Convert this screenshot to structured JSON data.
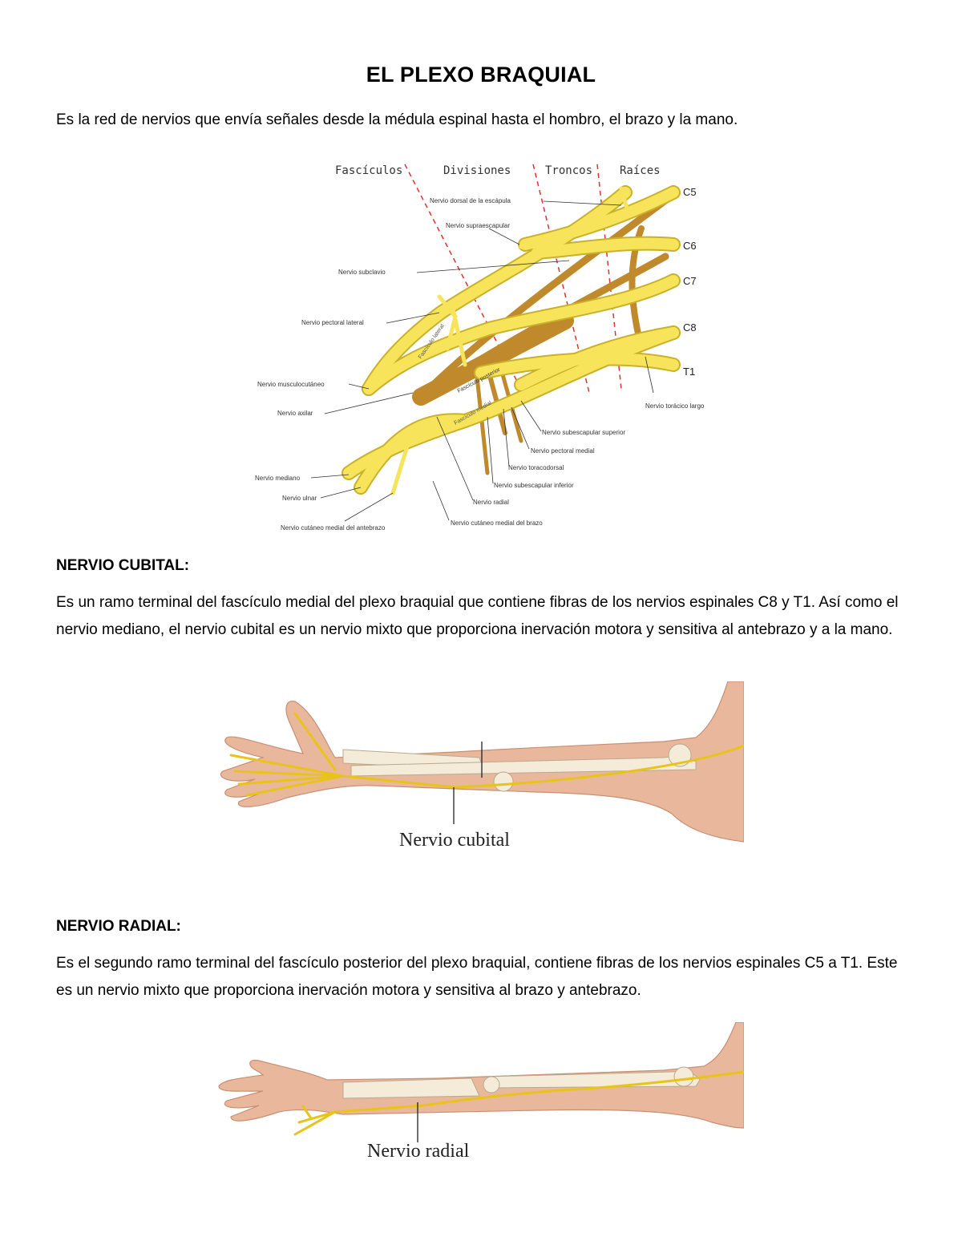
{
  "document": {
    "title": "EL PLEXO BRAQUIAL",
    "intro": "Es la red de nervios que envía señales desde la médula espinal hasta el hombro, el brazo y la mano."
  },
  "plexo_figure": {
    "headers": [
      "Fascículos",
      "Divisiones",
      "Troncos",
      "Raíces"
    ],
    "roots": [
      "C5",
      "C6",
      "C7",
      "C8",
      "T1"
    ],
    "labels": {
      "dorsal_escapula": "Nervio dorsal de la escápula",
      "supraescapular": "Nervio supraescapular",
      "subclavio": "Nervio subclavio",
      "pectoral_lateral": "Nervio pectoral lateral",
      "musculocutaneo": "Nervio musculocutáneo",
      "axilar": "Nervio axilar",
      "mediano": "Nervio mediano",
      "ulnar": "Nervio ulnar",
      "cutaneo_antebrazo": "Nervio cutáneo medial del antebrazo",
      "toracico_largo": "Nervio torácico largo",
      "subescapular_superior": "Nervio subescapular superior",
      "pectoral_medial": "Nervio pectoral medial",
      "toracodorsal": "Nervio toracodorsal",
      "subescapular_inferior": "Nervio subescapular inferior",
      "radial": "Nervio radial",
      "cutaneo_brazo": "Nervio cutáneo medial del brazo",
      "fasciculo_lateral": "Fascículo lateral",
      "fasciculo_posterior": "Fascículo posterior",
      "fasciculo_medial": "Fascículo medial"
    },
    "colors": {
      "nerve": "#f7e45a",
      "nerve_stroke": "#c9b22a",
      "posterior": "#c08a2c",
      "division_line": "#e03030"
    }
  },
  "cubital": {
    "heading": "NERVIO CUBITAL:",
    "text": "Es un ramo terminal del fascículo medial del plexo braquial que contiene fibras de los nervios espinales C8 y T1. Así como el nervio mediano, el nervio cubital es un nervio mixto que proporciona inervación motora y sensitiva al antebrazo y a la mano.",
    "caption": "Nervio cubital"
  },
  "radial": {
    "heading": "NERVIO RADIAL:",
    "text": "Es el segundo ramo terminal del fascículo posterior del plexo braquial, contiene fibras de los nervios espinales C5 a T1. Este es un nervio mixto que proporciona inervación motora y sensitiva al brazo y antebrazo.",
    "caption": "Nervio radial"
  }
}
